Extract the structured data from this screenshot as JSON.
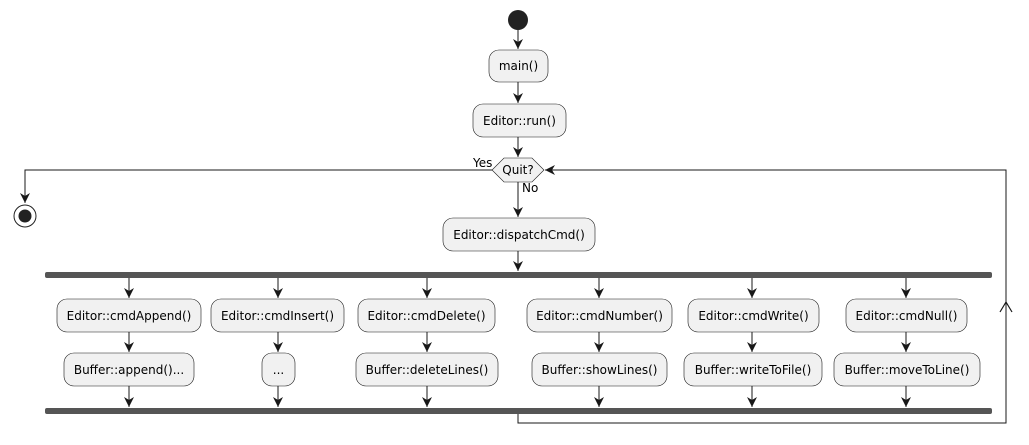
{
  "diagram": {
    "nodes": {
      "main": "main()",
      "run": "Editor::run()",
      "decision": "Quit?",
      "yes_label": "Yes",
      "no_label": "No",
      "dispatch": "Editor::dispatchCmd()"
    },
    "branches": [
      {
        "cmd": "Editor::cmdAppend()",
        "buffer": "Buffer::append()..."
      },
      {
        "cmd": "Editor::cmdInsert()",
        "buffer": "..."
      },
      {
        "cmd": "Editor::cmdDelete()",
        "buffer": "Buffer::deleteLines()"
      },
      {
        "cmd": "Editor::cmdNumber()",
        "buffer": "Buffer::showLines()"
      },
      {
        "cmd": "Editor::cmdWrite()",
        "buffer": "Buffer::writeToFile()"
      },
      {
        "cmd": "Editor::cmdNull()",
        "buffer": "Buffer::moveToLine()"
      }
    ],
    "colors": {
      "node_fill": "#f1f1f1",
      "node_stroke": "#181818",
      "fork_bar": "#555555",
      "start": "#222222"
    }
  }
}
